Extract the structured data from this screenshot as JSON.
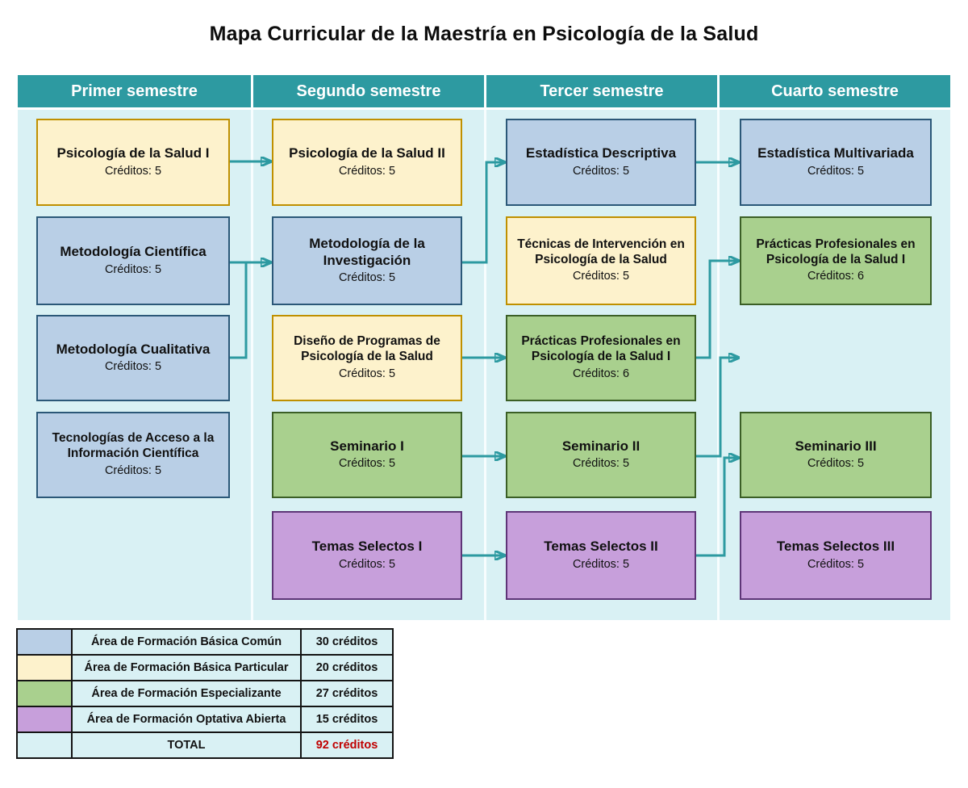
{
  "title": "Mapa Curricular de la Maestría en Psicología de la Salud",
  "colors": {
    "header_teal": "#2d9aa1",
    "panel_cyan": "#d9f1f4",
    "arrow_teal": "#2d9aa1",
    "area_basica_comun_fill": "#b9cfe6",
    "area_basica_comun_border": "#2b5878",
    "area_basica_particular_fill": "#fdf2cc",
    "area_basica_particular_border": "#bf9000",
    "area_especializante_fill": "#a9d08e",
    "area_especializante_border": "#3b5f26",
    "area_optativa_fill": "#c79fdb",
    "area_optativa_border": "#5e3577",
    "total_red": "#c00000"
  },
  "semesters": [
    {
      "label": "Primer semestre",
      "courses": [
        {
          "name": "Psicología de la Salud I",
          "credits": "Créditos: 5",
          "area": "particular"
        },
        {
          "name": "Metodología Científica",
          "credits": "Créditos: 5",
          "area": "comun"
        },
        {
          "name": "Metodología Cualitativa",
          "credits": "Créditos: 5",
          "area": "comun"
        },
        {
          "name": "Tecnologías de Acceso a la Información Científica",
          "credits": "Créditos: 5",
          "area": "comun"
        }
      ]
    },
    {
      "label": "Segundo semestre",
      "courses": [
        {
          "name": "Psicología de la Salud II",
          "credits": "Créditos: 5",
          "area": "particular"
        },
        {
          "name": "Metodología de la Investigación",
          "credits": "Créditos: 5",
          "area": "comun"
        },
        {
          "name": "Diseño de Programas de Psicología de la Salud",
          "credits": "Créditos: 5",
          "area": "particular"
        },
        {
          "name": "Seminario I",
          "credits": "Créditos: 5",
          "area": "especializante"
        },
        {
          "name": "Temas Selectos I",
          "credits": "Créditos: 5",
          "area": "optativa"
        }
      ]
    },
    {
      "label": "Tercer semestre",
      "courses": [
        {
          "name": "Estadística Descriptiva",
          "credits": "Créditos: 5",
          "area": "comun"
        },
        {
          "name": "Técnicas de Intervención en Psicología de la Salud",
          "credits": "Créditos: 5",
          "area": "particular"
        },
        {
          "name": "Prácticas Profesionales en Psicología de la Salud I",
          "credits": "Créditos: 6",
          "area": "especializante"
        },
        {
          "name": "Seminario II",
          "credits": "Créditos: 5",
          "area": "especializante"
        },
        {
          "name": "Temas Selectos II",
          "credits": "Créditos: 5",
          "area": "optativa"
        }
      ]
    },
    {
      "label": "Cuarto semestre",
      "courses": [
        {
          "name": "Estadística Multivariada",
          "credits": "Créditos: 5",
          "area": "comun"
        },
        {
          "name": "Prácticas Profesionales en Psicología de la Salud I",
          "credits": "Créditos: 6",
          "area": "especializante"
        },
        {
          "name": "Seminario III",
          "credits": "Créditos: 5",
          "area": "especializante"
        },
        {
          "name": "Temas Selectos III",
          "credits": "Créditos: 5",
          "area": "optativa"
        }
      ]
    }
  ],
  "legend": {
    "rows": [
      {
        "label": "Área de Formación Básica Común",
        "credits": "30 créditos"
      },
      {
        "label": "Área de Formación Básica Particular",
        "credits": "20 créditos"
      },
      {
        "label": "Área de Formación Especializante",
        "credits": "27 créditos"
      },
      {
        "label": "Área de Formación Optativa Abierta",
        "credits": "15 créditos"
      },
      {
        "label": "TOTAL",
        "credits": "92 créditos"
      }
    ]
  }
}
